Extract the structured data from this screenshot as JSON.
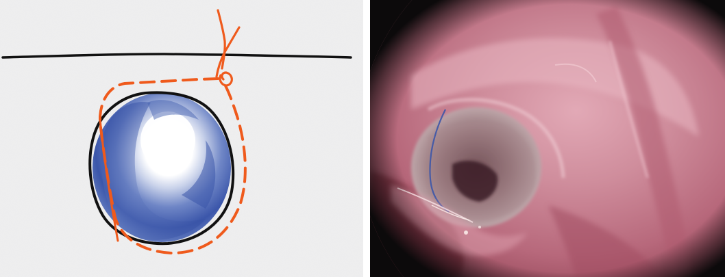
{
  "figure": {
    "panels": [
      {
        "id": "left",
        "kind": "illustration",
        "subject": "sketch"
      },
      {
        "id": "right",
        "kind": "photograph",
        "subject": "endoscopic-photo"
      }
    ]
  },
  "colors": {
    "paper": "#efeff0",
    "ink_black": "#111111",
    "ink_orange": "#ef5a1c",
    "ink_blue": "#3a55a8",
    "tissue_pink": "#c77d8c",
    "tissue_dark": "#7a2c3a",
    "vignette": "#0c0a0b"
  }
}
